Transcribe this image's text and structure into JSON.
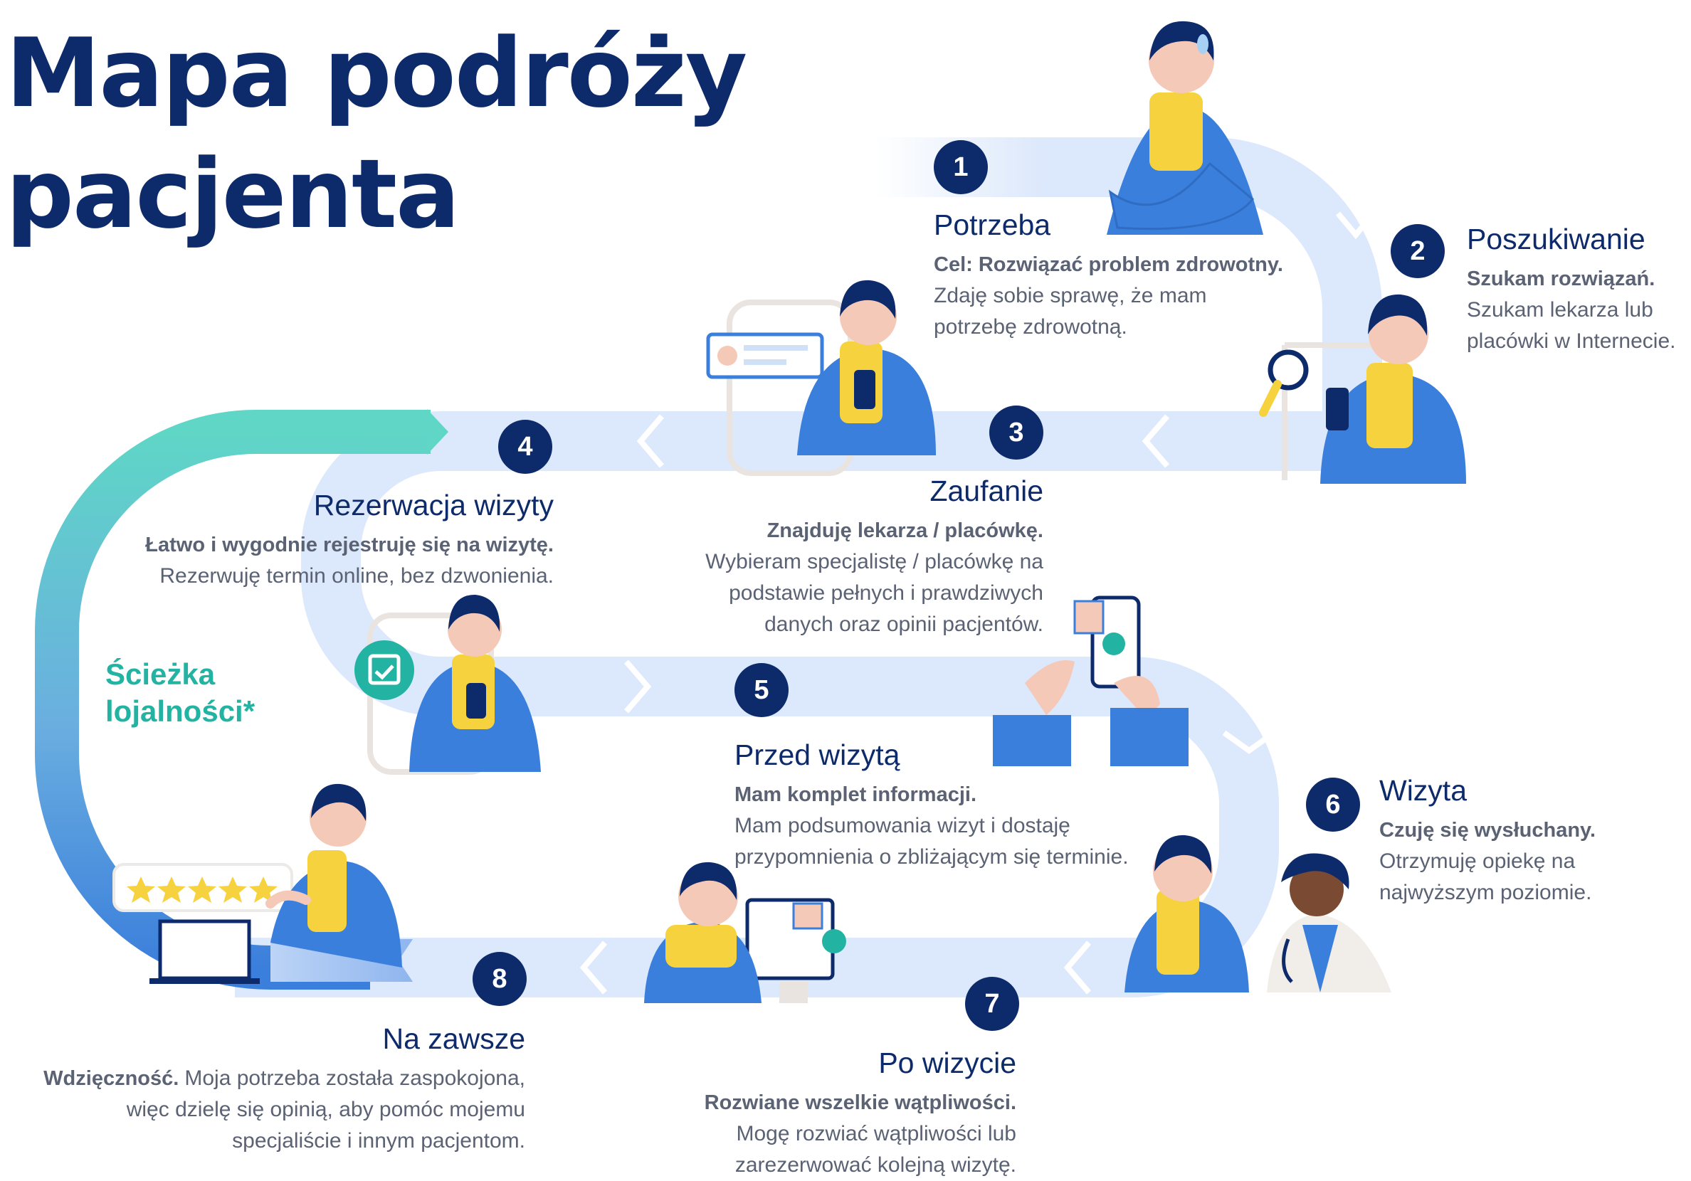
{
  "title": {
    "line1": "Mapa podróży",
    "line2": "pacjenta"
  },
  "loyalty_label": "Ścieżka\nlojalności*",
  "rating": {
    "stars": 5
  },
  "colors": {
    "navy": "#0d2a6b",
    "blue": "#3b7fdc",
    "light_blue": "#dce8fb",
    "teal": "#22b3a3",
    "yellow": "#f6d23f",
    "gray_text": "#5a6273"
  },
  "steps": [
    {
      "number": "1",
      "label": "Potrzeba",
      "goal": "Cel: Rozwiązać problem zdrowotny.",
      "desc": "Zdaję sobie sprawę, że mam\npotrzebę zdrowotną."
    },
    {
      "number": "2",
      "label": "Poszukiwanie",
      "goal": "Szukam rozwiązań.",
      "desc": "Szukam lekarza lub\nplacówki w Internecie."
    },
    {
      "number": "3",
      "label": "Zaufanie",
      "goal": "Znajduję lekarza / placówkę.",
      "desc": "Wybieram specjalistę / placówkę na\npodstawie pełnych i prawdziwych\ndanych oraz opinii pacjentów."
    },
    {
      "number": "4",
      "label": "Rezerwacja wizyty",
      "goal": "Łatwo i wygodnie rejestruję się na wizytę.",
      "desc": "Rezerwuję termin online, bez dzwonienia."
    },
    {
      "number": "5",
      "label": "Przed wizytą",
      "goal": "Mam komplet informacji.",
      "desc": "Mam podsumowania wizyt i dostaję\nprzypomnienia o zbliżającym się terminie."
    },
    {
      "number": "6",
      "label": "Wizyta",
      "goal": "Czuję się wysłuchany.",
      "desc": "Otrzymuję opiekę na\nnajwyższym poziomie."
    },
    {
      "number": "7",
      "label": "Po wizycie",
      "goal": "Rozwiane wszelkie wątpliwości.",
      "desc": "Mogę rozwiać wątpliwości lub\nzarezerwować kolejną wizytę."
    },
    {
      "number": "8",
      "label": "Na zawsze",
      "goal": "Wdzięczność.",
      "desc": "Moja potrzeba została zaspokojona,\nwięc dzielę się opinią, aby pomóc mojemu\nspecjaliście i innym pacjentom."
    }
  ]
}
